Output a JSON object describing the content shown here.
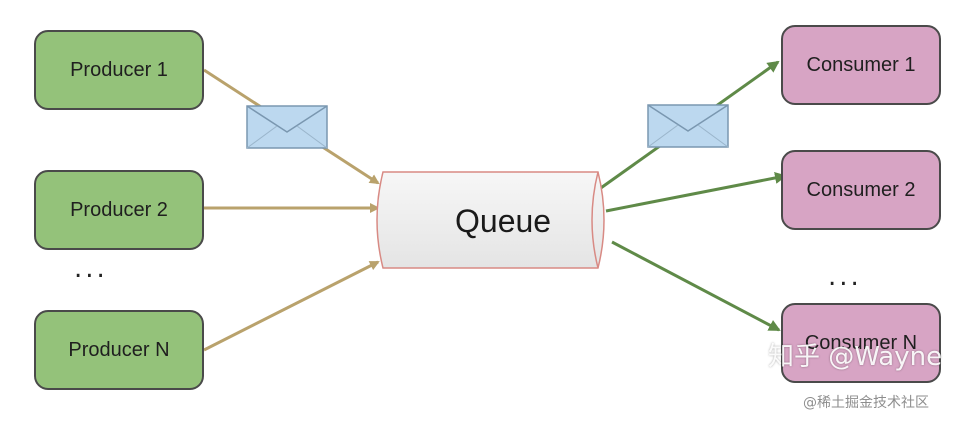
{
  "producers": [
    "Producer 1",
    "Producer 2",
    "Producer N"
  ],
  "producer_ellipsis": "...",
  "consumers": [
    "Consumer 1",
    "Consumer 2",
    "Consumer N"
  ],
  "consumer_ellipsis": "...",
  "queue": {
    "label": "Queue"
  },
  "watermark": {
    "main": "知乎 @Wayne",
    "sub": "@稀土掘金技术社区"
  },
  "colors": {
    "producer_fill": "#94c27a",
    "consumer_fill": "#d7a4c4",
    "producer_arrow": "#b9a26c",
    "consumer_arrow": "#5f8a48",
    "queue_fill": "#efefef",
    "queue_border": "#d88a84",
    "envelope": "#bcd8ef"
  },
  "icons": [
    "envelope-icon",
    "envelope-icon"
  ]
}
